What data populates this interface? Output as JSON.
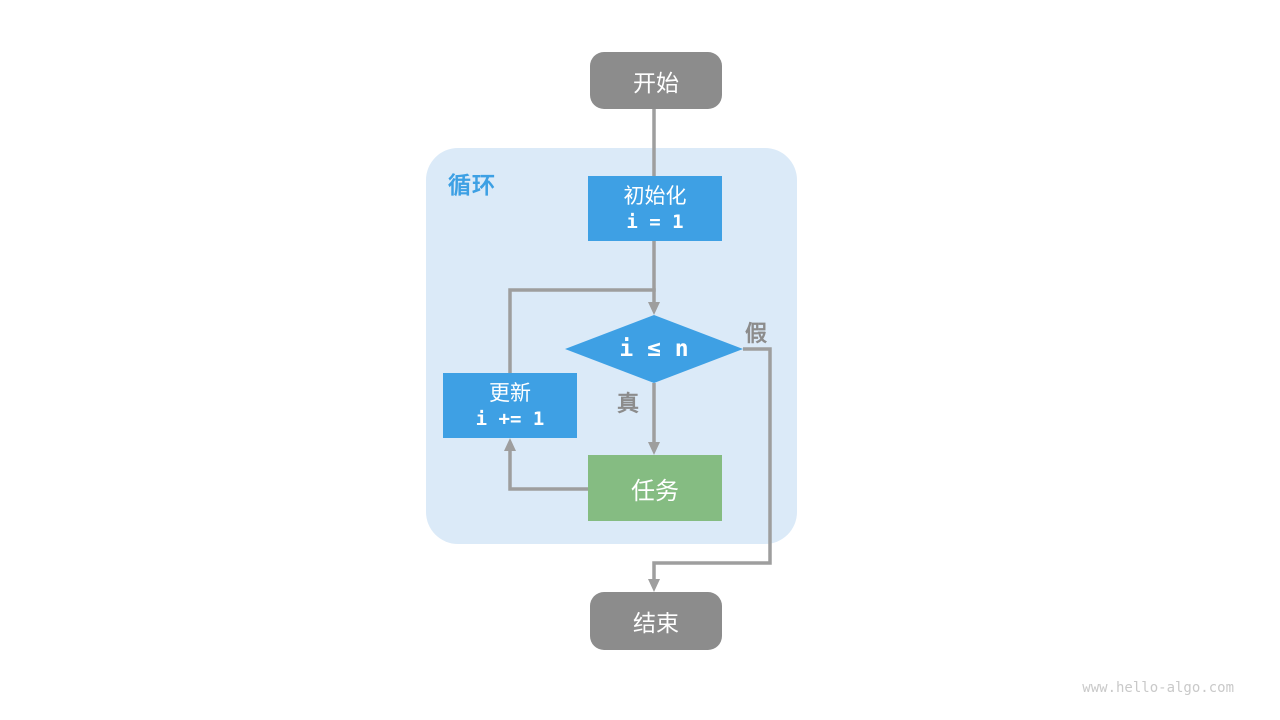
{
  "page": {
    "watermark": "www.hello-algo.com"
  },
  "colors": {
    "node_blue": "#3EA0E4",
    "node_green": "#85BC82",
    "node_gray": "#8C8C8C",
    "container_bg": "#DBEAF8",
    "connector_gray": "#9E9E9E",
    "label_gray": "#8C8C8C",
    "loop_label_blue": "#3DA0E4",
    "watermark_gray": "#C9C9C9"
  },
  "flowchart": {
    "loop_container_label": "循环",
    "nodes": {
      "start": {
        "label": "开始",
        "type": "terminal"
      },
      "init": {
        "label": "初始化",
        "code": "i = 1",
        "type": "process"
      },
      "condition": {
        "label": "i ≤ n",
        "type": "decision"
      },
      "update": {
        "label": "更新",
        "code": "i += 1",
        "type": "process"
      },
      "task": {
        "label": "任务",
        "type": "process"
      },
      "end": {
        "label": "结束",
        "type": "terminal"
      }
    },
    "edge_labels": {
      "true": "真",
      "false": "假"
    }
  }
}
